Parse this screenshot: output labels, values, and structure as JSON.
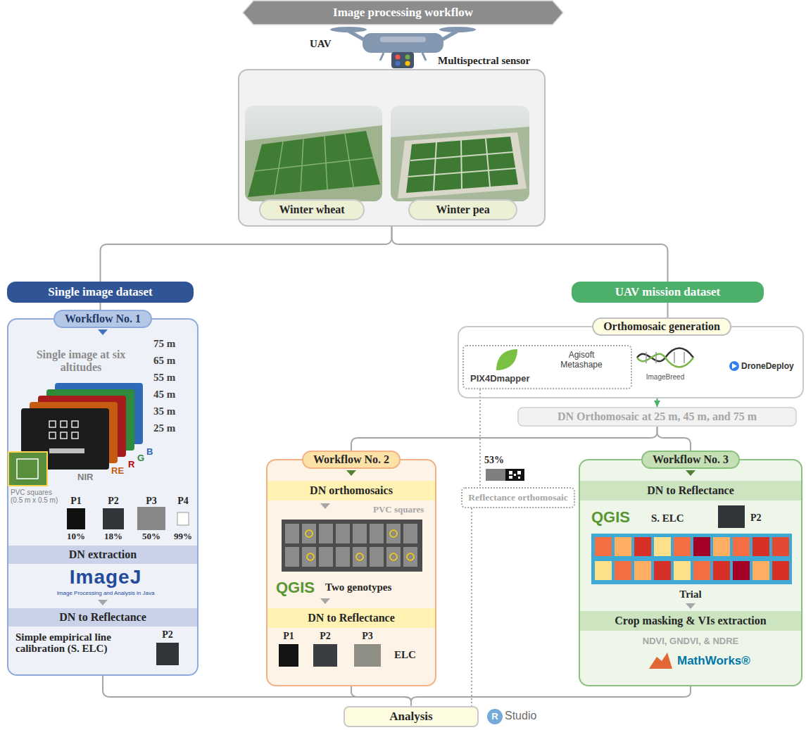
{
  "diagram": {
    "title": "Image processing workflow",
    "nodes": [
      {
        "text": [
          "UAV",
          "Multispectral sensor"
        ]
      },
      {
        "text": [
          "Winter wheat"
        ],
        "in": 0
      },
      {
        "text": [
          "Winter pea"
        ],
        "in": 0
      },
      {
        "text": [
          "Single image dataset"
        ]
      },
      {
        "text": [
          "Workflow No. 1"
        ]
      },
      {
        "text": [
          "DN extraction"
        ],
        "in": 4
      },
      {
        "text": [
          "DN to Reflectance"
        ],
        "in": 4
      },
      {
        "text": [
          "UAV mission dataset"
        ]
      },
      {
        "text": [
          "Orthomosaic generation"
        ]
      },
      {
        "text": [
          "PIX4Dmapper",
          "Agisoft Metashape"
        ],
        "in": 8
      },
      {
        "text": [
          "DN Orthomosaic at 25 m, 45 m, and 75 m"
        ]
      },
      {
        "text": [
          "Workflow No. 2"
        ]
      },
      {
        "text": [
          "DN orthomosaics"
        ],
        "in": 11
      },
      {
        "text": [
          "DN to Reflectance"
        ],
        "in": 11
      },
      {
        "text": [
          "Reflectance orthomosaic"
        ]
      },
      {
        "text": [
          "Workflow No. 3"
        ]
      },
      {
        "text": [
          "DN to Reflectance"
        ],
        "in": 15
      },
      {
        "text": [
          "Crop masking & VIs extraction"
        ],
        "in": 15
      },
      {
        "text": [
          "Analysis"
        ]
      }
    ],
    "edges": [
      {
        "from": 0,
        "to": 3,
        "arrow": "none"
      },
      {
        "from": 0,
        "to": 7,
        "arrow": "none"
      },
      {
        "from": 3,
        "to": 4,
        "arrow": "none"
      },
      {
        "from": 7,
        "to": 8,
        "arrow": "none"
      },
      {
        "from": 8,
        "to": 10,
        "arrow": "to"
      },
      {
        "from": 10,
        "to": 11,
        "arrow": "none"
      },
      {
        "from": 10,
        "to": 15,
        "arrow": "none"
      },
      {
        "from": 9,
        "to": 14,
        "arrow": "none"
      },
      {
        "from": 4,
        "to": 18,
        "arrow": "none"
      },
      {
        "from": 11,
        "to": 18,
        "arrow": "none"
      },
      {
        "from": 14,
        "to": 18,
        "arrow": "none"
      },
      {
        "from": 15,
        "to": 18,
        "arrow": "none"
      }
    ],
    "labels": [
      "75 m",
      "65 m",
      "55 m",
      "45 m",
      "35 m",
      "25 m",
      "Single image at six altitudes",
      "B",
      "G",
      "R",
      "RE",
      "NIR",
      "PVC squares (0.5 m x 0.5 m)",
      "P1",
      "P2",
      "P3",
      "P4",
      "10%",
      "18%",
      "50%",
      "99%",
      "ImageJ",
      "Image Processing and Analysis in Java",
      "Simple empirical line calibration (S. ELC)",
      "P2",
      "ImageBreed",
      "DroneDeploy",
      "PVC squares",
      "QGIS",
      "Two genotypes",
      "P1",
      "P2",
      "P3",
      "ELC",
      "53%",
      "QGIS",
      "S. ELC",
      "P2",
      "Trial",
      "NDVI, GNDVI, & NDRE",
      "MathWorks®",
      "R",
      "Studio"
    ]
  }
}
